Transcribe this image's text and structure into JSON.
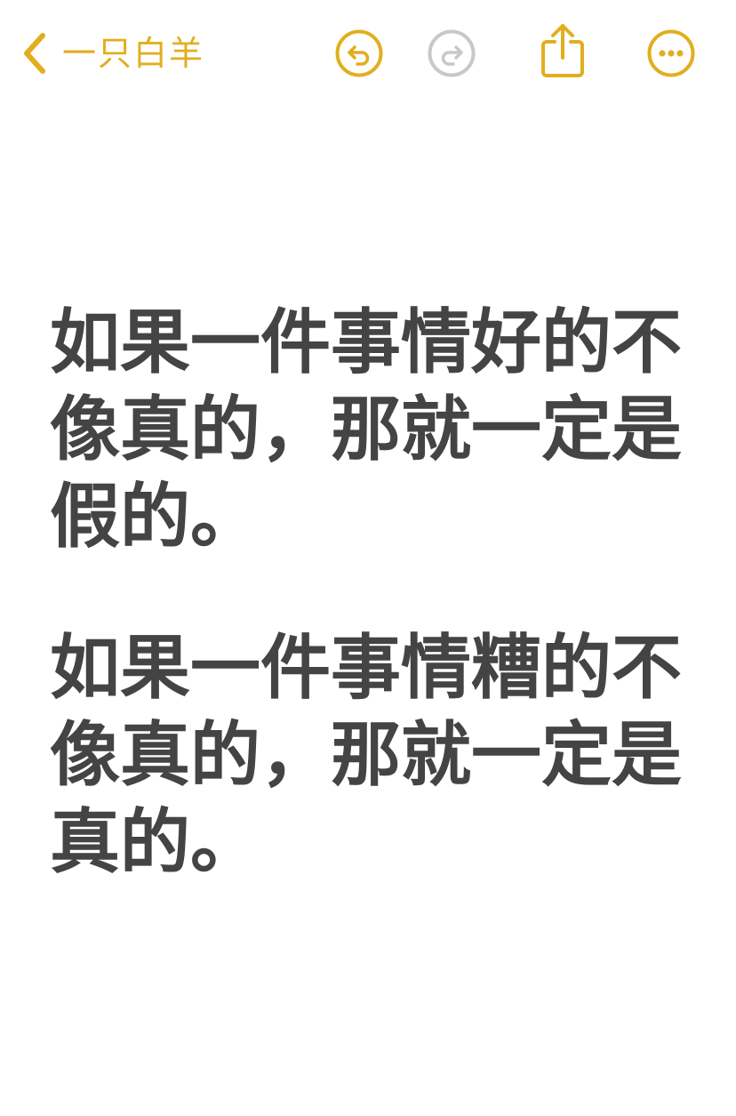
{
  "nav": {
    "back_label": "一只白羊",
    "accent_color": "#E1AE1E",
    "disabled_color": "#C8C8C8",
    "icons": {
      "back": "chevron-left-icon",
      "undo": "undo-circle-icon",
      "redo": "redo-circle-icon",
      "share": "share-icon",
      "more": "ellipsis-circle-icon"
    },
    "redo_enabled": false
  },
  "note": {
    "text_color": "#444444",
    "paragraphs": [
      "如果一件事情好的不像真的，那就一定是假的。",
      "如果一件事情糟的不像真的，那就一定是真的。"
    ]
  }
}
